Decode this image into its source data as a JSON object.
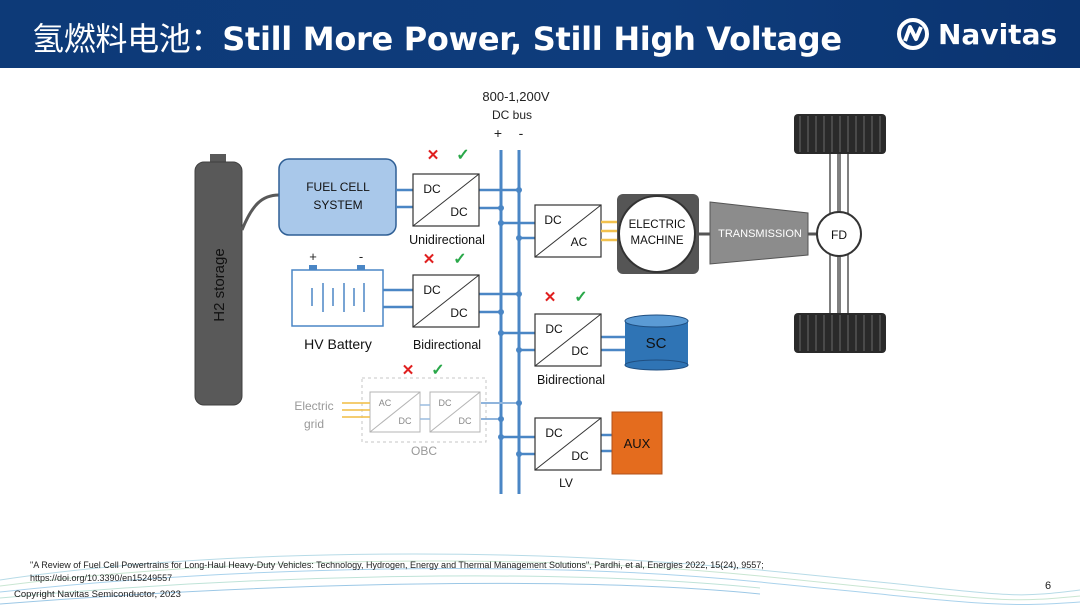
{
  "header": {
    "title_cn": "氢燃料电池：",
    "title_en": "Still More Power, Still High Voltage",
    "logo_text": "Navitas",
    "bg_color": "#0d3a78"
  },
  "diagram": {
    "bus_label_1": "800-1,200V",
    "bus_label_2": "DC bus",
    "bus_plus": "+",
    "bus_minus": "-",
    "h2_storage": "H2 storage",
    "fuel_cell_line1": "FUEL CELL",
    "fuel_cell_line2": "SYSTEM",
    "hv_battery": "HV Battery",
    "battery_plus": "+",
    "battery_minus": "-",
    "dc": "DC",
    "ac": "AC",
    "unidirectional": "Unidirectional",
    "bidirectional_1": "Bidirectional",
    "bidirectional_2": "Bidirectional",
    "electric_grid_1": "Electric",
    "electric_grid_2": "grid",
    "obc": "OBC",
    "electric_machine_1": "ELECTRIC",
    "electric_machine_2": "MACHINE",
    "transmission": "TRANSMISSION",
    "fd": "FD",
    "sc": "SC",
    "aux": "AUX",
    "lv": "LV",
    "x_mark": "✕",
    "check_mark": "✓"
  },
  "footer": {
    "citation_line1": "\"A Review of Fuel Cell Powertrains for Long-Haul Heavy-Duty Vehicles: Technology, Hydrogen, Energy and Thermal Management Solutions\", Pardhi, et al, Energies 2022, 15(24), 9557;",
    "citation_line2": "https://doi.org/10.3390/en15249557",
    "copyright": "Copyright Navitas Semiconductor, 2023",
    "page_number": "6"
  },
  "colors": {
    "bus_blue": "#4a86c5",
    "fuel_cell_fill": "#a9c8ea",
    "sc_blue": "#2f74b5",
    "aux_orange": "#e46c1e",
    "storage_gray": "#595959",
    "x_red": "#e02020",
    "check_green": "#2aa84a"
  }
}
